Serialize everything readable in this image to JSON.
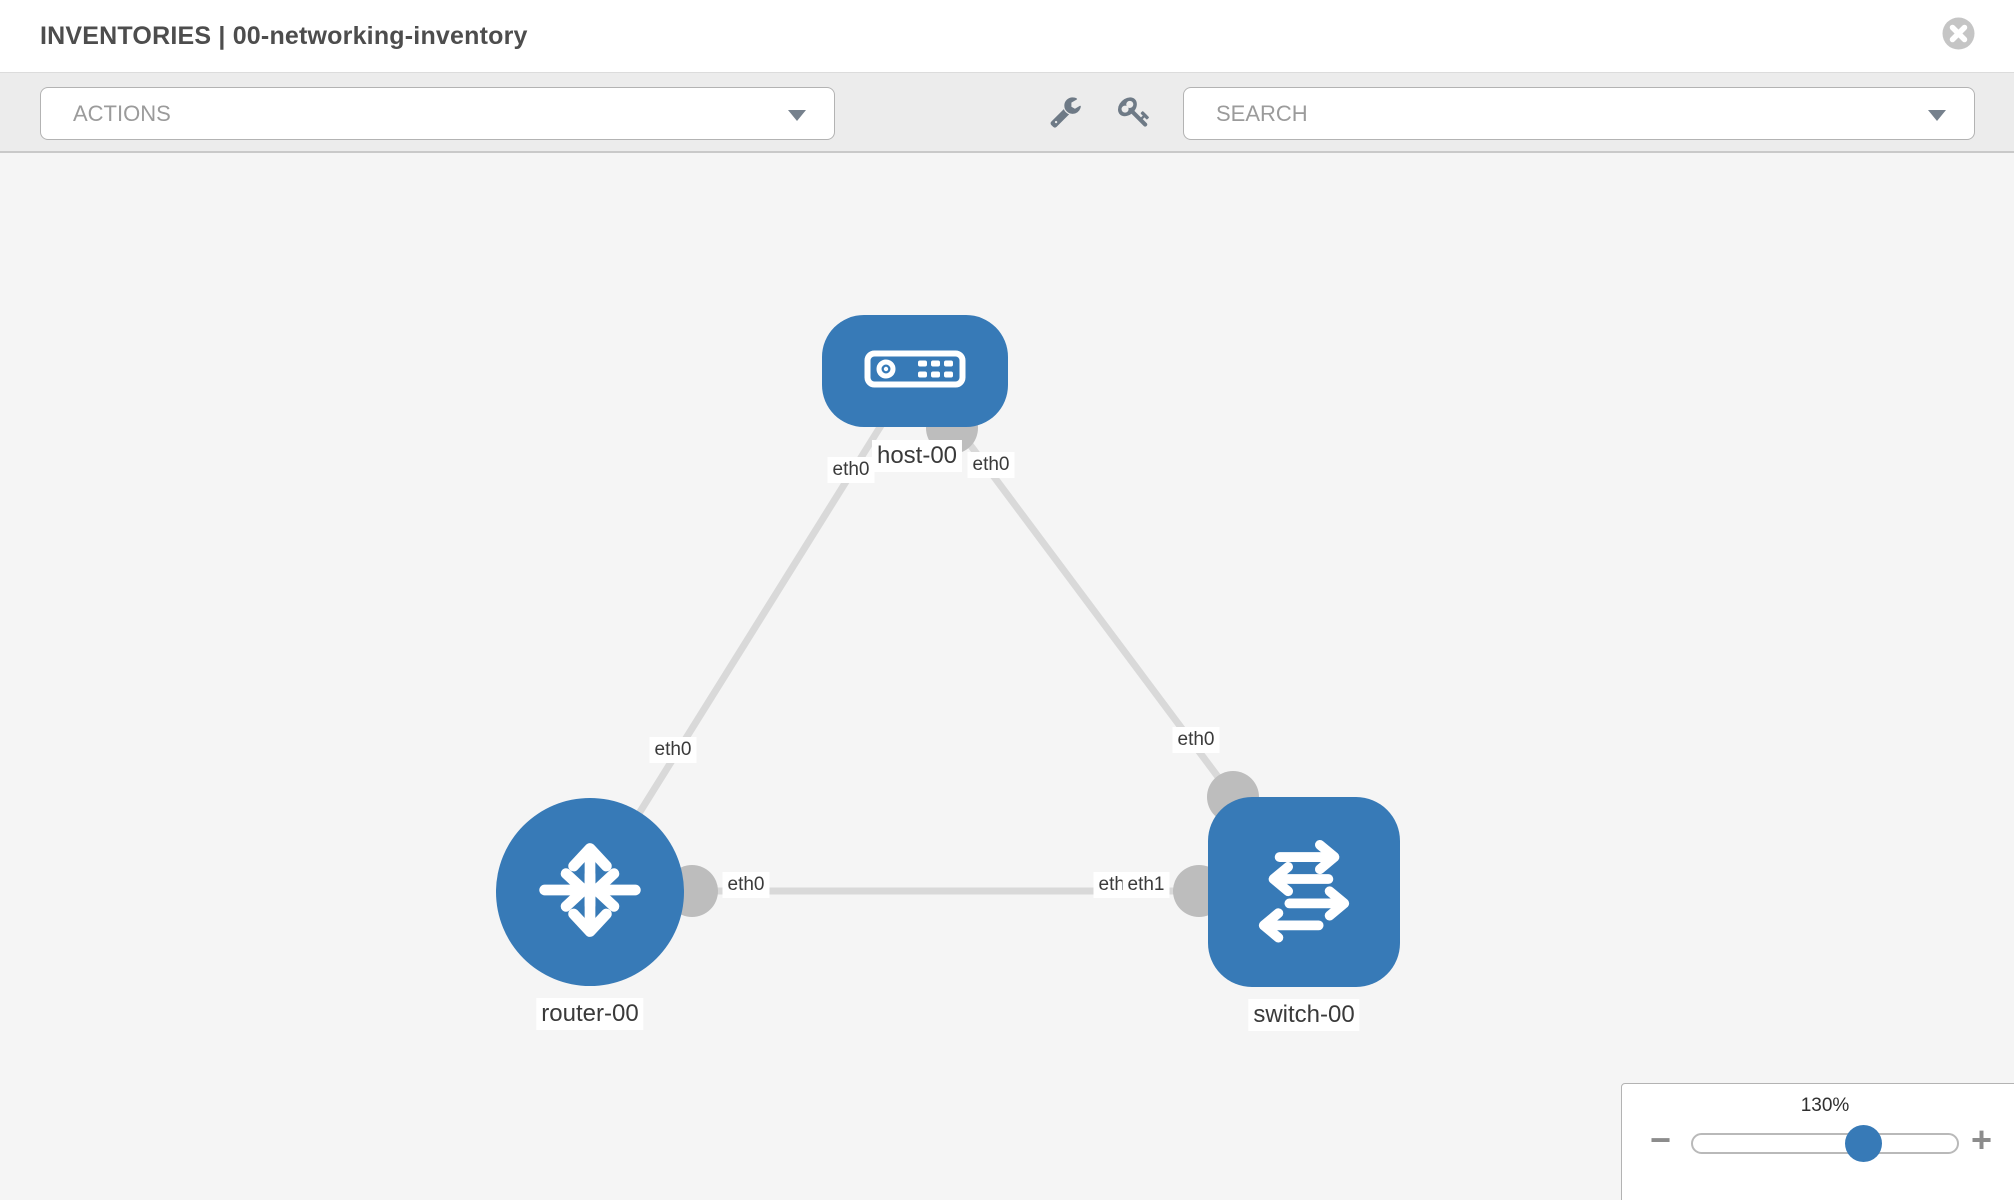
{
  "header": {
    "title": "INVENTORIES | 00-networking-inventory"
  },
  "toolbar": {
    "actions_placeholder": "ACTIONS",
    "search_placeholder": "SEARCH",
    "icons": [
      "wrench",
      "key"
    ]
  },
  "topology": {
    "nodes": [
      {
        "id": "host-00",
        "type": "host",
        "label": "host-00"
      },
      {
        "id": "router-00",
        "type": "router",
        "label": "router-00"
      },
      {
        "id": "switch-00",
        "type": "switch",
        "label": "switch-00"
      }
    ],
    "links": [
      {
        "from": "host-00",
        "from_interface": "eth0",
        "to": "router-00",
        "to_interface": "eth0"
      },
      {
        "from": "host-00",
        "from_interface": "eth0",
        "to": "switch-00",
        "to_interface": "eth0"
      },
      {
        "from": "router-00",
        "from_interface": "eth0",
        "to": "switch-00",
        "to_interface": "eth1"
      }
    ],
    "node_labels": {
      "host": "host-00",
      "router": "router-00",
      "switch": "switch-00"
    },
    "interface_labels": {
      "host_left": "eth0",
      "host_right": "eth0",
      "router_top": "eth0",
      "switch_top": "eth0",
      "link_router_end": "eth0",
      "link_switch_end_back": "eth0",
      "link_switch_end_front": "eth1"
    }
  },
  "zoom_control": {
    "level": "130%",
    "minus_label": "−",
    "plus_label": "+"
  },
  "colors": {
    "node_blue": "#377ab7",
    "link_gray": "#d9d9d9",
    "connector_gray": "#bdbdbd",
    "canvas_bg": "#f5f5f5",
    "toolbar_bg": "#ececec",
    "title_text": "#4d4d4d",
    "placeholder_text": "#9b9b9b"
  }
}
